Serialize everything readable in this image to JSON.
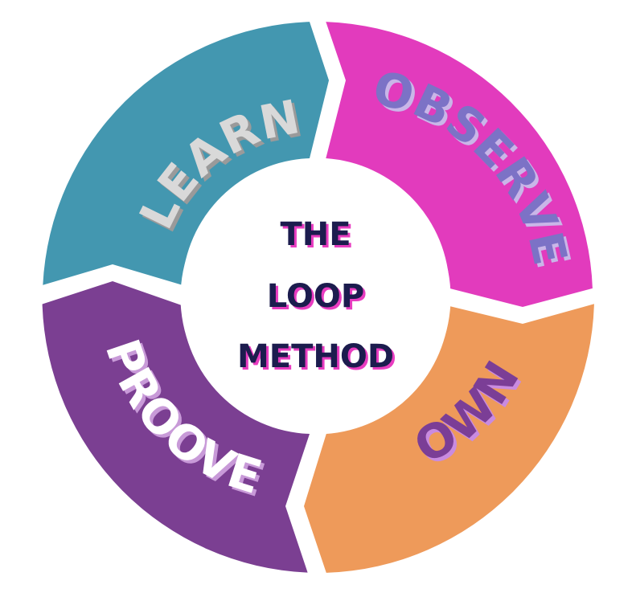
{
  "center": {
    "lines": [
      "THE",
      "LOOP",
      "METHOD"
    ],
    "text_color": "#1c1c4e",
    "shadow_color": "#e83cc0",
    "background": "#ffffff"
  },
  "segments": [
    {
      "id": "learn",
      "label": "LEARN",
      "fill": "#4397b0",
      "text_color": "#d9d9d9",
      "shadow_color": "#9a9a9a"
    },
    {
      "id": "observe",
      "label": "OBSERVE",
      "fill": "#e23bbd",
      "text_color": "#7c72c6",
      "shadow_color": "#c9b6e8"
    },
    {
      "id": "own",
      "label": "OWN",
      "fill": "#ee9a5a",
      "text_color": "#7b3e96",
      "shadow_color": "#c98be0"
    },
    {
      "id": "proove",
      "label": "PROOVE",
      "fill": "#7b3f92",
      "text_color": "#ffffff",
      "shadow_color": "#c89ad8"
    }
  ]
}
